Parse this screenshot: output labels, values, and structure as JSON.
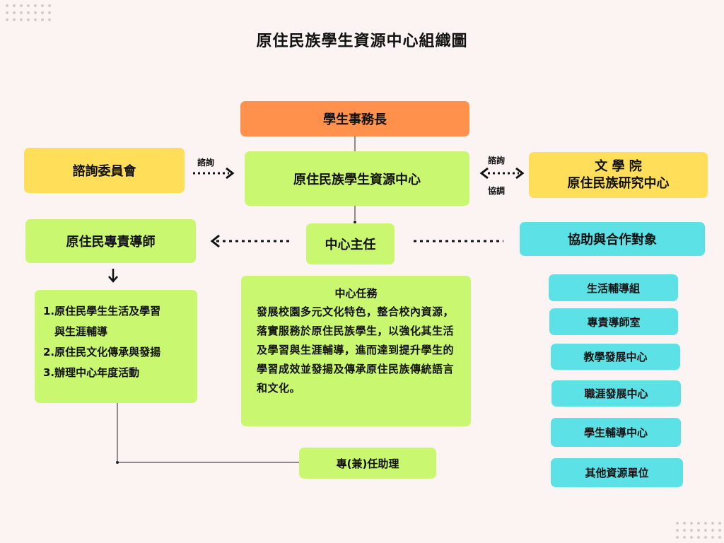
{
  "title": "原住民族學生資源中心組織圖",
  "nodes": {
    "dean": "學生事務長",
    "advisory": "諮詢委員會",
    "center": "原住民族學生資源中心",
    "college_line1": "文 學 院",
    "college_line2": "原住民族研究中心",
    "mentor": "原住民專責導師",
    "director": "中心主任",
    "partners": "協助與合作對象",
    "assistant": "專(兼)任助理"
  },
  "edge_labels": {
    "consult_left": "諮詢",
    "consult_right": "諮詢",
    "coordinate_right": "協調"
  },
  "mentor_duties": [
    "1.原住民學生生活及學習",
    "與生涯輔導",
    "2.原住民文化傳承與發揚",
    "3.辦理中心年度活動"
  ],
  "mission": {
    "heading": "中心任務",
    "text": "發展校園多元文化特色，整合校內資源，落實服務於原住民族學生，以強化其生活及學習與生涯輔導，進而達到提升學生的學習成效並發揚及傳承原住民族傳統語言和文化。"
  },
  "partner_units": [
    "生活輔導組",
    "專責導師室",
    "教學發展中心",
    "職涯發展中心",
    "學生輔導中心",
    "其他資源單位"
  ],
  "colors": {
    "background": "#fcf4f2",
    "orange": "#ff914d",
    "yellow": "#ffde59",
    "green": "#c9f76f",
    "cyan": "#5ce1e6"
  }
}
